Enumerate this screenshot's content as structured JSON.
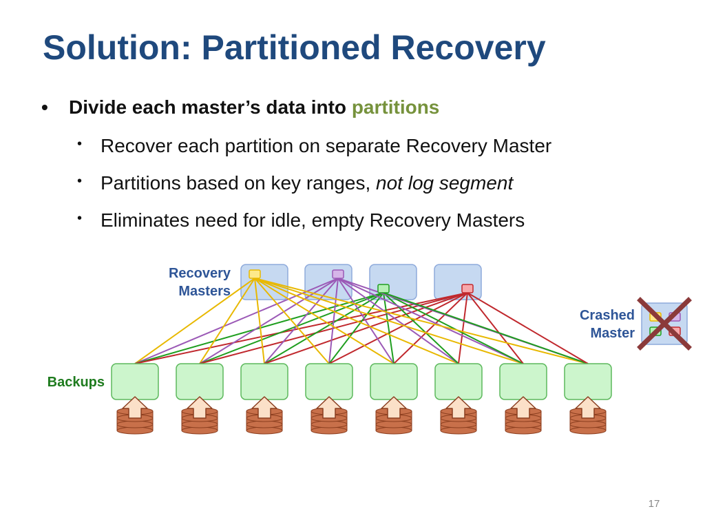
{
  "slide": {
    "title": "Solution: Partitioned Recovery",
    "bullet_main": {
      "prefix": "Divide each master’s data into ",
      "highlight": "partitions"
    },
    "sub_bullets": [
      {
        "text": "Recover each partition on separate Recovery Master",
        "italic": ""
      },
      {
        "text": "Partitions based on key ranges, ",
        "italic": "not log segment"
      },
      {
        "text": "Eliminates need for idle, empty Recovery Masters",
        "italic": ""
      }
    ],
    "bullet_symbol": "•",
    "page_number": "17"
  },
  "diagram": {
    "labels": {
      "recovery_line1": "Recovery",
      "recovery_line2": "Masters",
      "crashed_line1": "Crashed",
      "crashed_line2": "Master",
      "backups": "Backups"
    },
    "colors": {
      "title": "#1f497d",
      "highlight": "#76923c",
      "master_fill": "#c6d9f1",
      "master_stroke": "#8eaadb",
      "backup_fill": "#ccf5cc",
      "backup_stroke": "#5cb85c",
      "disk_fill": "#c8704a",
      "disk_stroke": "#8b3e1f",
      "arrow_fill": "#fbe0c8",
      "x_mark": "#8b3a3a"
    },
    "partitions": [
      {
        "name": "yellow",
        "color": "#e8b800",
        "fill": "#fde98a"
      },
      {
        "name": "purple",
        "color": "#9b59b6",
        "fill": "#d6b5e8"
      },
      {
        "name": "green",
        "color": "#1f9e1f",
        "fill": "#b5f0b5"
      },
      {
        "name": "red",
        "color": "#c0282d",
        "fill": "#f7a8ab"
      }
    ],
    "recovery_master_count": 4,
    "backup_count": 8
  }
}
